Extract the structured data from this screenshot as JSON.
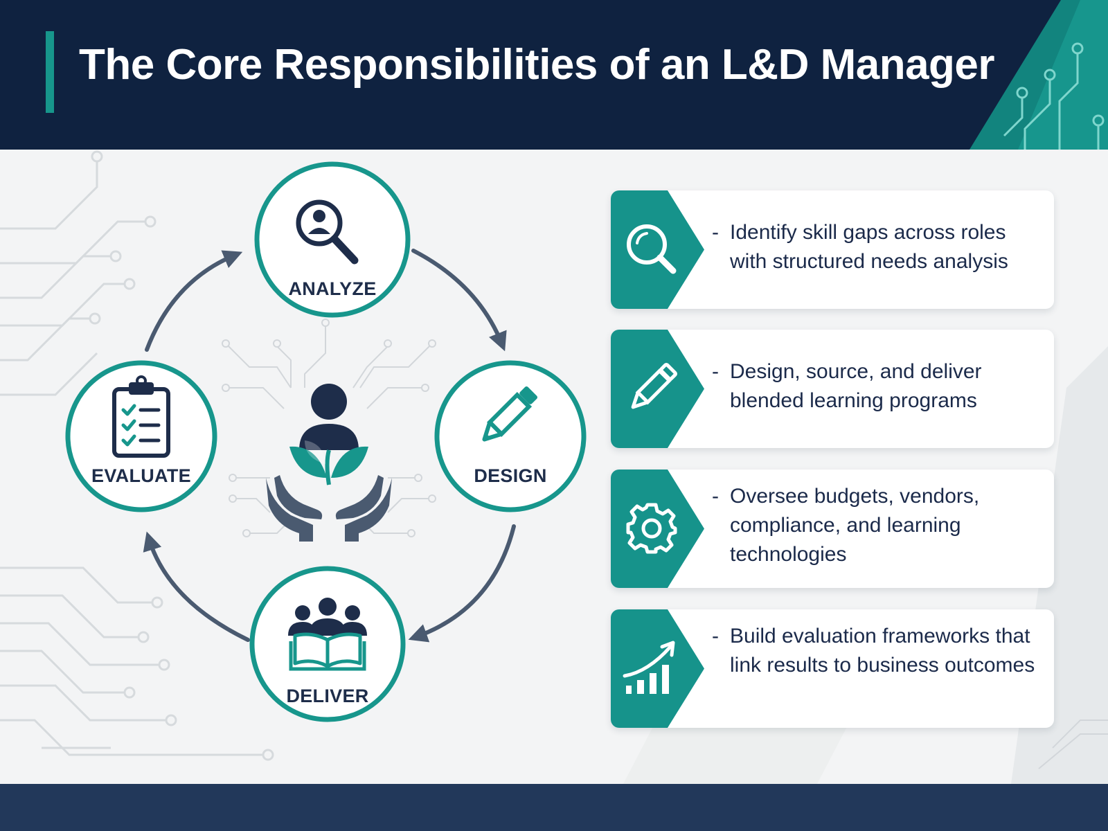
{
  "header": {
    "title": "The Core Responsibilities of an L&D Manager"
  },
  "cycle": {
    "steps": [
      {
        "label": "ANALYZE",
        "icon": "user-search-icon"
      },
      {
        "label": "DESIGN",
        "icon": "pencil-icon"
      },
      {
        "label": "DELIVER",
        "icon": "group-book-icon"
      },
      {
        "label": "EVALUATE",
        "icon": "clipboard-checklist-icon"
      }
    ],
    "center_icon": "person-growth-hands-icon"
  },
  "cards": [
    {
      "dash": "-",
      "text": "Identify skill gaps across roles with structured needs analysis",
      "icon": "magnifier-icon"
    },
    {
      "dash": "-",
      "text": "Design, source, and deliver blended learning programs",
      "icon": "pencil-icon"
    },
    {
      "dash": "-",
      "text": "Oversee budgets, vendors, compliance, and learning technologies",
      "icon": "gear-icon"
    },
    {
      "dash": "-",
      "text": "Build evaluation frameworks that link results to business outcomes",
      "icon": "growth-chart-icon"
    }
  ],
  "colors": {
    "navy": "#0f2240",
    "teal": "#17968c",
    "arrow": "#4a5a70",
    "text": "#1b2a4a"
  }
}
